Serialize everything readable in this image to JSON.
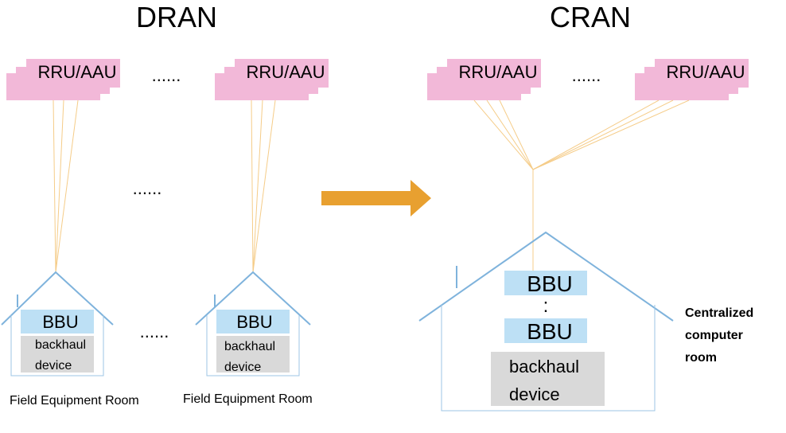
{
  "dran": {
    "title": "DRAN",
    "rru_label": "RRU/AAU",
    "rru_label_2": "RRU/AAU",
    "ellipsis_top": "......",
    "ellipsis_mid": "......",
    "ellipsis_bottom": "......",
    "room1": {
      "bbu": "BBU",
      "backhaul_line1": "backhaul",
      "backhaul_line2": "device",
      "caption": "Field Equipment Room"
    },
    "room2": {
      "bbu": "BBU",
      "backhaul_line1": "backhaul",
      "backhaul_line2": "device",
      "caption": "Field Equipment Room"
    }
  },
  "cran": {
    "title": "CRAN",
    "rru_label": "RRU/AAU",
    "rru_label_2": "RRU/AAU",
    "ellipsis_top": "......",
    "bbu_top": "BBU",
    "bbu_separator": ":",
    "bbu_bottom": "BBU",
    "backhaul_line1": "backhaul",
    "backhaul_line2": "device",
    "room_label_line1": "Centralized",
    "room_label_line2": "computer",
    "room_label_line3": "room"
  },
  "colors": {
    "rru_fill": "#f2b8d8",
    "bbu_fill": "#bde0f5",
    "backhaul_fill": "#d9d9d9",
    "house_stroke": "#7fb3dc",
    "fiber_line": "#f5cc88",
    "arrow": "#e8a030"
  }
}
